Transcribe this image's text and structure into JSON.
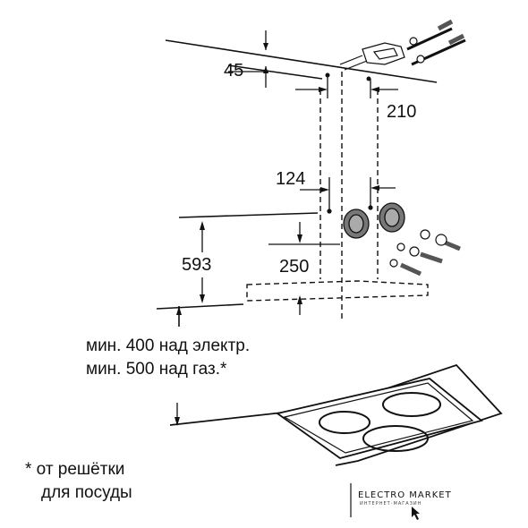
{
  "dimensions": {
    "d45": "45",
    "d210": "210",
    "d124": "124",
    "d593": "593",
    "d250": "250"
  },
  "notes": {
    "min_electric": "мин. 400 над электр.",
    "min_gas": "мин. 500 над газ.*",
    "footnote_line1": "* от решётки",
    "footnote_line2": "для посуды"
  },
  "watermark": {
    "name": "ELECTRO MARKET",
    "tagline": "ИНТЕРНЕТ-МАГАЗИН"
  },
  "colors": {
    "line": "#111111",
    "hob_fill": "#ffffff",
    "fittings": "#555555"
  }
}
